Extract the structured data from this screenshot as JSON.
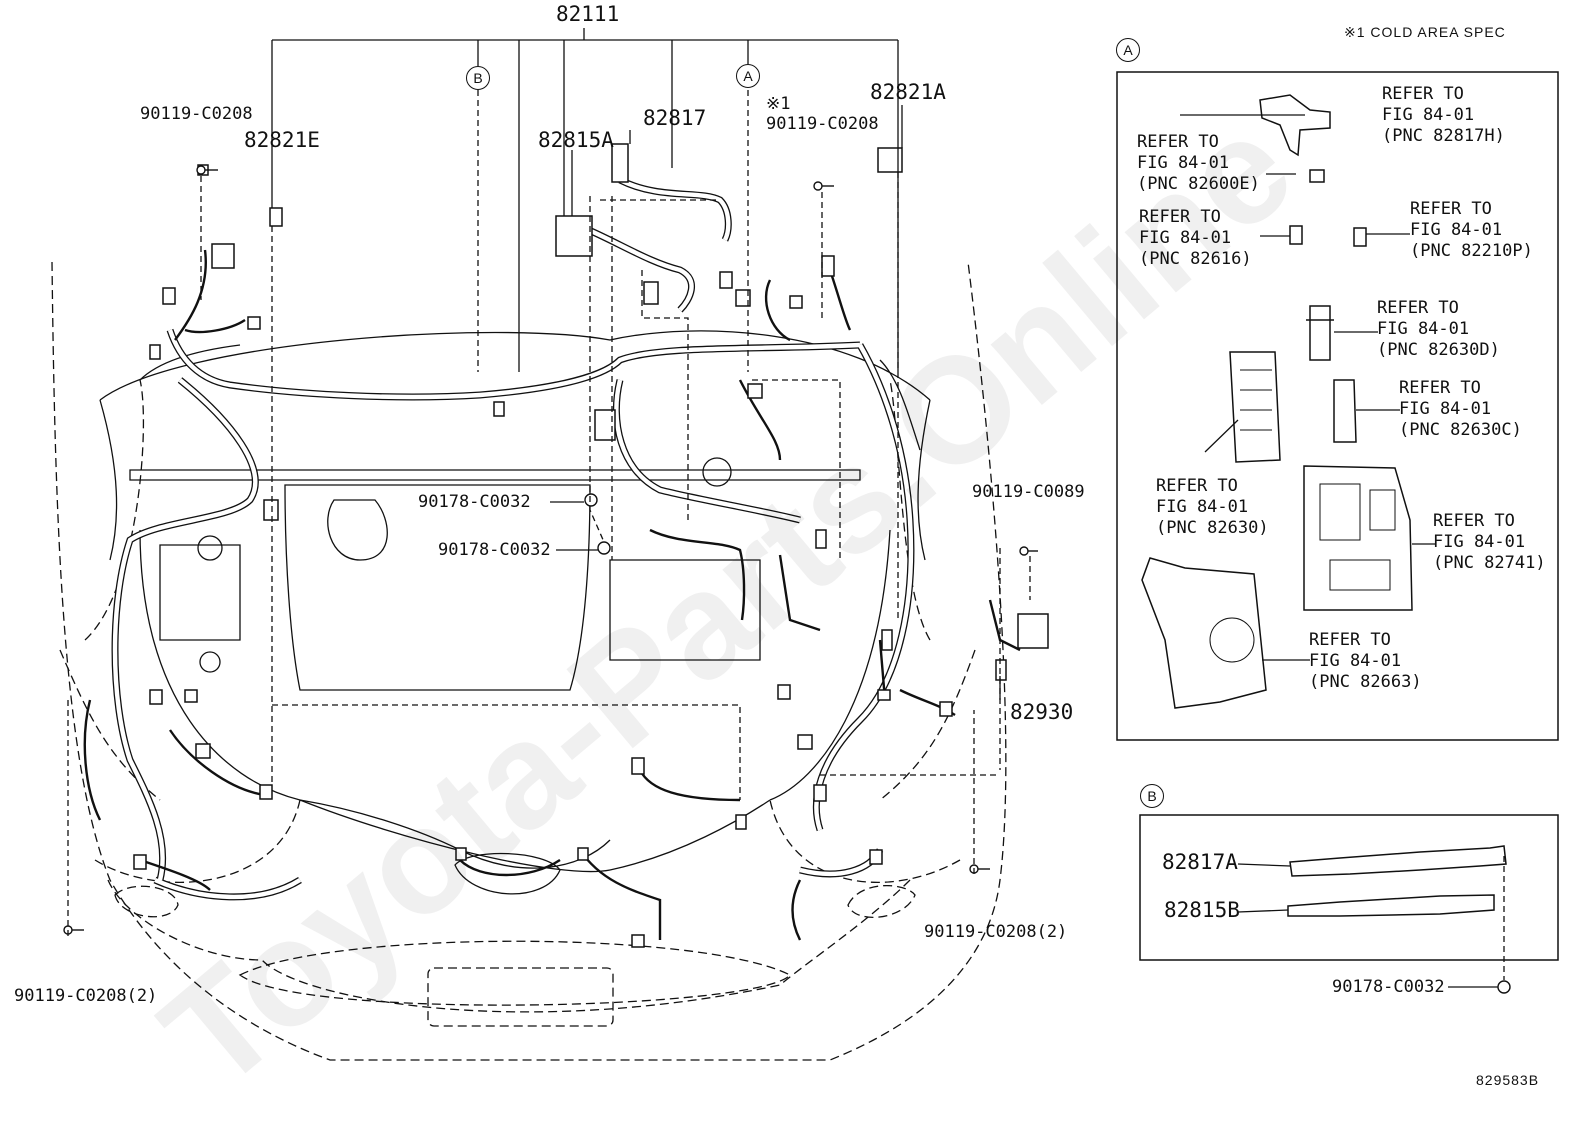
{
  "notes": {
    "cold_area_spec": "※1 COLD AREA SPEC",
    "figure_code": "829583B",
    "watermark": "Toyota-Parts.Online"
  },
  "callouts": {
    "a": "A",
    "b": "B"
  },
  "main_labels": {
    "p82111": "82111",
    "p82821E": "82821E",
    "p82821A": "82821A",
    "p82815A": "82815A",
    "p82817": "82817",
    "p82930": "82930",
    "cold_mark": "※1",
    "bolt_top_left": "90119-C0208",
    "bolt_top_right": "90119-C0208",
    "clip_1": "90178-C0032",
    "clip_2": "90178-C0032",
    "bolt_right": "90119-C0089",
    "bolt_bottom_right": "90119-C0208(2)",
    "bolt_bottom_left": "90119-C0208(2)"
  },
  "detail_a": {
    "refs": [
      {
        "line1": "REFER TO",
        "line2": "FIG 84-01",
        "line3": "(PNC 82817H)"
      },
      {
        "line1": "REFER TO",
        "line2": "FIG 84-01",
        "line3": "(PNC 82600E)"
      },
      {
        "line1": "REFER TO",
        "line2": "FIG 84-01",
        "line3": "(PNC 82616)"
      },
      {
        "line1": "REFER TO",
        "line2": "FIG 84-01",
        "line3": "(PNC 82210P)"
      },
      {
        "line1": "REFER TO",
        "line2": "FIG 84-01",
        "line3": "(PNC 82630D)"
      },
      {
        "line1": "REFER TO",
        "line2": "FIG 84-01",
        "line3": "(PNC 82630C)"
      },
      {
        "line1": "REFER TO",
        "line2": "FIG 84-01",
        "line3": "(PNC 82630)"
      },
      {
        "line1": "REFER TO",
        "line2": "FIG 84-01",
        "line3": "(PNC 82741)"
      },
      {
        "line1": "REFER TO",
        "line2": "FIG 84-01",
        "line3": "(PNC 82663)"
      }
    ]
  },
  "detail_b": {
    "p82817A": "82817A",
    "p82815B": "82815B",
    "clip": "90178-C0032"
  }
}
